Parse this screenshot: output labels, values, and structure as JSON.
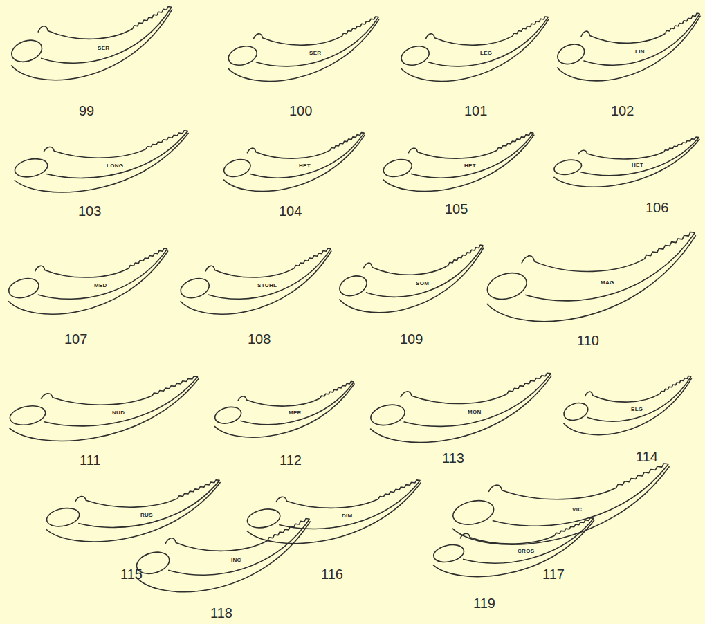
{
  "diagram": {
    "labels": [
      "SER",
      "99",
      "SER",
      "100",
      "LEG",
      "101",
      "LIN",
      "102",
      "LONG",
      "103",
      "HET",
      "104",
      "HET",
      "105",
      "HET",
      "106",
      "MED",
      "107",
      "STUHL",
      "108",
      "SOM",
      "109",
      "MAG",
      "110",
      "NUD",
      "111",
      "MER",
      "112",
      "MON",
      "113",
      "ELG",
      "114",
      "RUS",
      "115",
      "DIM",
      "116",
      "VIC",
      "117",
      "INC",
      "118",
      "CROS",
      "119"
    ]
  }
}
